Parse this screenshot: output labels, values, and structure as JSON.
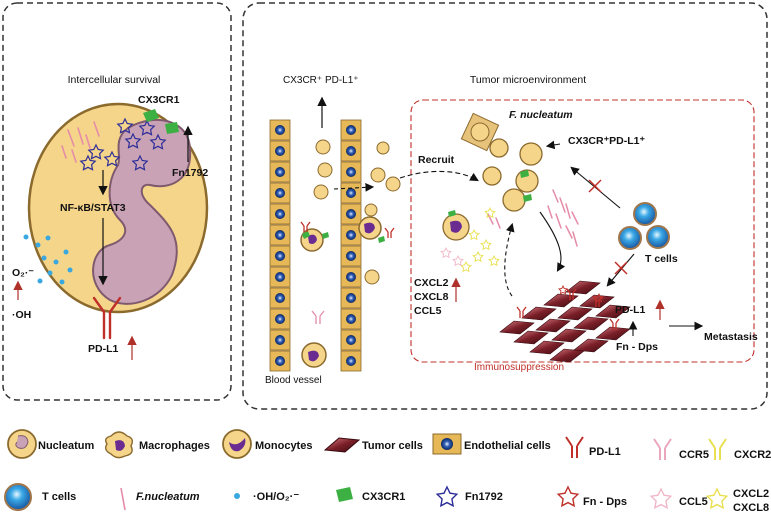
{
  "left_panel": {
    "title": "Intercellular survival",
    "receptor_label": "CX3CR1",
    "gene_label": "Fn1792",
    "pathway_label": "NF-κB/STAT3",
    "ros_label_1": "O₂·⁻",
    "ros_label_2": "·OH",
    "pdl1_label": "PD-L1"
  },
  "right_panel": {
    "title": "Tumor microenvironment",
    "cx3cr_top_label": "CX3CR⁺ PD-L1⁺",
    "bacteria_label": "F. nucleatum",
    "recruit_label": "Recruit",
    "cx3cr_right_label": "CX3CR⁺PD-L1⁺",
    "tcells_label": "T cells",
    "chemokines": [
      "CXCL2",
      "CXCL8",
      "CCL5"
    ],
    "pdl1_label": "PD-L1",
    "fndps_label": "Fn - Dps",
    "metastasis_label": "Metastasis",
    "vessel_label": "Blood vessel",
    "immuno_label": "Immunosuppression"
  },
  "legend": {
    "row1": [
      "Nucleatum",
      "Macrophages",
      "Monocytes",
      "Tumor cells",
      "Endothelial cells",
      "PD-L1",
      "CCR5",
      "CXCR2"
    ],
    "row2": [
      "T cells",
      "F.nucleatum",
      "·OH/O₂·⁻",
      "CX3CR1",
      "Fn1792",
      "Fn - Dps",
      "CCL5",
      "CXCL2",
      "CXCL8"
    ]
  },
  "colors": {
    "cell_fill": "#F5D58A",
    "cell_stroke": "#8B6A2E",
    "nucleus_fill": "#C9A3B5",
    "red": "#C0302A",
    "pink": "#E58CA8",
    "blue_star": "#2D2D9A",
    "green": "#3CB043",
    "ros_blue": "#3AA8E0",
    "macro_purple": "#6A2C91",
    "endo_blue": "#1B3F8A"
  }
}
